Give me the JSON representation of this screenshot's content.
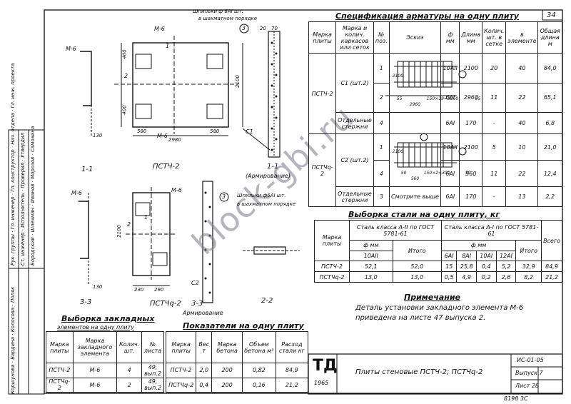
{
  "sheet_no": "34",
  "spec_table": {
    "title": "Спецификация арматуры на одну плиту",
    "headers": [
      "Марка плиты",
      "Марка и колич. каркасов или сеток",
      "№ поз.",
      "Эскиз",
      "ф мм",
      "Длина мм",
      "Колич. шт. в сетке",
      "в элементе",
      "Общая длина м"
    ],
    "rows": [
      [
        "ПСТЧ-2",
        "С1 (шт.2)",
        "1",
        "",
        "10АII",
        "2100",
        "20",
        "40",
        "84,0"
      ],
      [
        "",
        "",
        "2",
        "",
        "6АI",
        "2960",
        "11",
        "22",
        "65,1"
      ],
      [
        "",
        "Отдельные стержни",
        "4",
        "",
        "6АI",
        "170",
        "-",
        "40",
        "6,8"
      ],
      [
        "ПСТЧq-2",
        "С2 (шт.2)",
        "1",
        "",
        "10АII",
        "2100",
        "5",
        "10",
        "21,0"
      ],
      [
        "",
        "",
        "4",
        "",
        "6АI",
        "560",
        "11",
        "22",
        "12,4"
      ],
      [
        "",
        "Отдельные стержни",
        "3",
        "Смотрите выше",
        "6АI",
        "170",
        "-",
        "13",
        "2,2"
      ]
    ],
    "sketch_c1_dims": [
      "2100",
      "150×19=2850",
      "2960",
      "55",
      "55"
    ],
    "sketch_c2_dims": [
      "2100",
      "50",
      "150×2=300",
      "50",
      "560"
    ]
  },
  "steel_table": {
    "title": "Выборка стали на одну плиту, кг",
    "groups": [
      "Сталь класса А-II по ГОСТ 5781-61",
      "Сталь класса А-I по ГОСТ 5781-61"
    ],
    "phi": "ф мм",
    "cols": [
      "Марка плиты",
      "10АII",
      "Итого",
      "6АI",
      "8АI",
      "10АI",
      "12АI",
      "Итого",
      "Всего"
    ],
    "rows": [
      [
        "ПСТЧ-2",
        "52,1",
        "52,0",
        "15",
        "25,8",
        "0,4",
        "5,2",
        "32,9",
        "84,9"
      ],
      [
        "ПСТЧq-2",
        "13,0",
        "13,0",
        "0,5",
        "4,9",
        "0,2",
        "2,6",
        "8,2",
        "21,2"
      ]
    ]
  },
  "note": {
    "title": "Примечание",
    "text1": "Деталь установки закладного элемента М-6",
    "text2": "приведена на листе 47 выпуска 2."
  },
  "embedded_table": {
    "title1": "Выборка закладных",
    "title2": "элементов на одну плиту",
    "cols": [
      "Марка плиты",
      "Марка закладного элемента",
      "Колич. шт.",
      "№ листа"
    ],
    "rows": [
      [
        "ПСТЧ-2",
        "М-6",
        "4",
        "49, вып.2"
      ],
      [
        "ПСТЧq-2",
        "М-6",
        "2",
        "49, вып.2"
      ]
    ]
  },
  "indicators_table": {
    "title": "Показатели на одну плиту",
    "cols": [
      "Марка плиты",
      "Вес т",
      "Марка бетона",
      "Объем бетона м³",
      "Расход стали кг"
    ],
    "rows": [
      [
        "ПСТЧ-2",
        "2,0",
        "200",
        "0,82",
        "84,9"
      ],
      [
        "ПСТЧq-2",
        "0,4",
        "200",
        "0,16",
        "21,2"
      ]
    ]
  },
  "title_block": {
    "logo": "ТД",
    "year": "1965",
    "name": "Плиты стеновые ПСТЧ-2; ПСТЧq-2",
    "series": "ИС-01-05",
    "issue": "Выпуск 7",
    "sheet": "Лист 28",
    "bottom_code": "8198  3С"
  },
  "stamp": {
    "roles": [
      "Рук. группы",
      "Гл. инженер",
      "Гл. конструктор",
      "Нач. отдела",
      "Гл. инж. проекта",
      "Ст. инженер",
      "Исполнитель",
      "Проверил",
      "Утвердил"
    ],
    "names": [
      "Бородский",
      "Шлехман",
      "Иванов",
      "Морозов",
      "Самохина",
      "Коршунова",
      "Бардина",
      "Колосова",
      "Поляк"
    ]
  },
  "drawing": {
    "m6": "М-6",
    "view_pstch2": "ПСТЧ-2",
    "view_pstchq2": "ПСТЧq-2",
    "section_11": "1-1",
    "section_11_reinf": "1-1",
    "armirovanie": "(Армирование)",
    "armirovanie2": "Армирование",
    "section_33": "3-3",
    "section_33b": "3-3",
    "section_22": "2-2",
    "studs": "Шпильки ф 6АI шт.",
    "studs2": "в шахматном порядке",
    "studs_b": "Шпильки ф6АI шт.",
    "studs_b2": "в шахматном порядке",
    "dims": {
      "h2100": "2100",
      "w2980": "2980",
      "w580a": "580",
      "w580b": "580",
      "d400a": "400",
      "d400b": "400",
      "d130": "130",
      "d130b": "130",
      "d230": "230",
      "d290": "290",
      "d20": "20",
      "d70": "70",
      "d2100b": "2100"
    },
    "labels": {
      "c1": "С1",
      "c2": "С2",
      "n1": "1",
      "n2": "2",
      "n3": "3",
      "n1b": "1",
      "n2b": "2",
      "n3b": "3"
    }
  }
}
